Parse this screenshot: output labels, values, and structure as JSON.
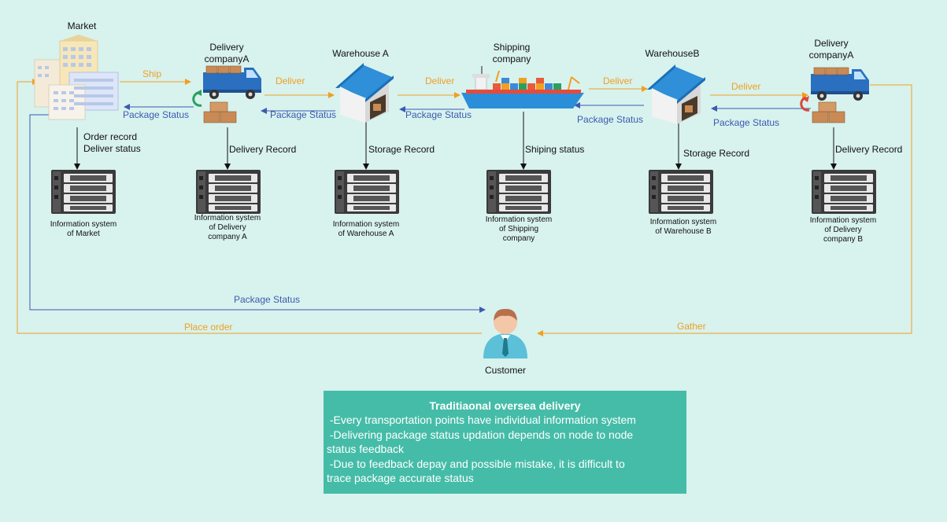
{
  "nodes": {
    "market": "Market",
    "delivery_a_1": "Delivery\ncompanyA",
    "warehouse_a": "Warehouse A",
    "shipping": "Shipping\ncompany",
    "warehouse_b": "WarehouseB",
    "delivery_a_2": "Delivery\ncompanyA",
    "customer": "Customer"
  },
  "flow_labels": {
    "ship": "Ship",
    "deliver_1": "Deliver",
    "deliver_2": "Deliver",
    "deliver_3": "Deliver",
    "deliver_4": "Deliver",
    "status_1": "Package Status",
    "status_2": "Package Status",
    "status_3": "Package Status",
    "status_4": "Package Status",
    "status_5": "Package Status",
    "status_customer": "Package Status",
    "place_order": "Place order",
    "gather": "Gather"
  },
  "record_labels": {
    "market": "Order record\nDeliver status",
    "delivery_a": "Delivery Record",
    "warehouse_a": "Storage Record",
    "shipping": "Shiping status",
    "warehouse_b": "Storage Record",
    "delivery_b": "Delivery Record"
  },
  "systems": {
    "market": "Information system\nof Market",
    "delivery_a": "Information system\nof Delivery\ncompany A",
    "warehouse_a": "Information system\nof Warehouse A",
    "shipping": "Information system\nof Shipping\ncompany",
    "warehouse_b": "Information system\nof Warehouse B",
    "delivery_b": "Information system\nof Delivery\ncompany B"
  },
  "summary": {
    "title": "Traditiaonal oversea delivery",
    "body": " -Every transportation points have individual information system\n -Delivering package status updation depends on node to node\nstatus feedback\n -Due to feedback depay and possible mistake, it is difficult to\ntrace package accurate status"
  },
  "colors": {
    "background": "#d8f2ee",
    "flow_orange": "#f0a020",
    "status_blue": "#3b5bb0",
    "summary_fill": "#45bca8",
    "warehouse_roof": "#2f8fd8",
    "truck_blue": "#2a6fc0",
    "server_dark": "#3a3a3a"
  },
  "icons": [
    "building-icon",
    "truck-icon",
    "warehouse-icon",
    "cargo-ship-icon",
    "server-icon",
    "customer-avatar-icon",
    "refresh-arrow-icon"
  ]
}
